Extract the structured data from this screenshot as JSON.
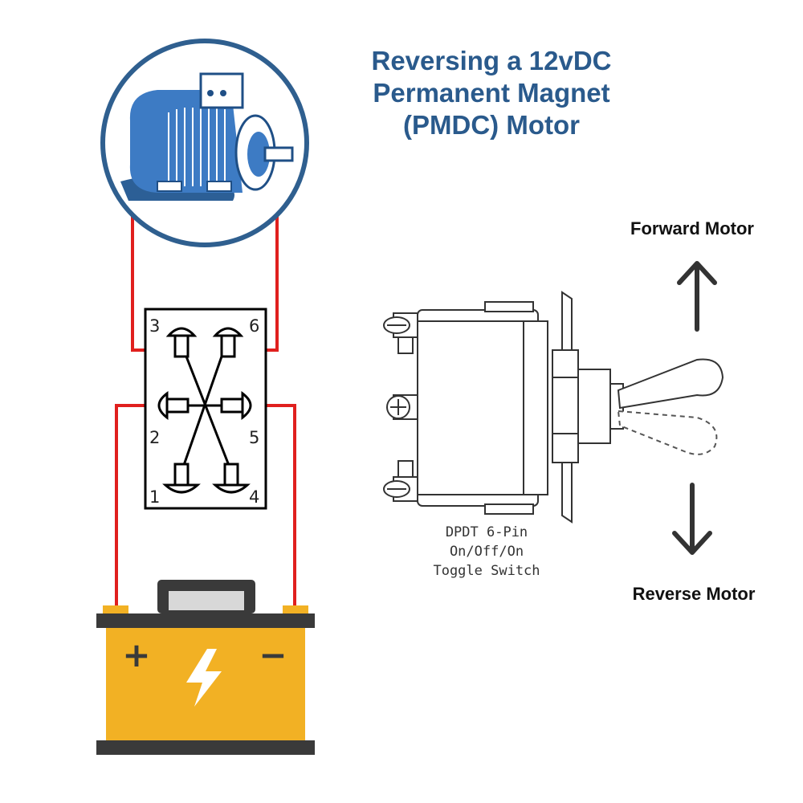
{
  "title": {
    "line1": "Reversing a 12vDC",
    "line2": "Permanent Magnet",
    "line3": "(PMDC) Motor"
  },
  "pins": {
    "p1": "1",
    "p2": "2",
    "p3": "3",
    "p4": "4",
    "p5": "5",
    "p6": "6"
  },
  "direction": {
    "forward": "Forward Motor",
    "reverse": "Reverse Motor"
  },
  "toggle_caption": {
    "line1": "DPDT 6-Pin",
    "line2": "On/Off/On",
    "line3": "Toggle Switch"
  },
  "battery": {
    "plus": "+",
    "minus": "−"
  },
  "colors": {
    "title": "#2a5a8c",
    "wire": "#e0201e",
    "motor_ring": "#2f5f8f",
    "motor_body": "#3d7bc4",
    "battery_body": "#f2b124",
    "battery_dark": "#3a3a3a",
    "text": "#111111"
  },
  "icons": [
    "motor-icon",
    "battery-icon",
    "lightning-icon",
    "toggle-switch-icon",
    "arrow-up-icon",
    "arrow-down-icon"
  ]
}
